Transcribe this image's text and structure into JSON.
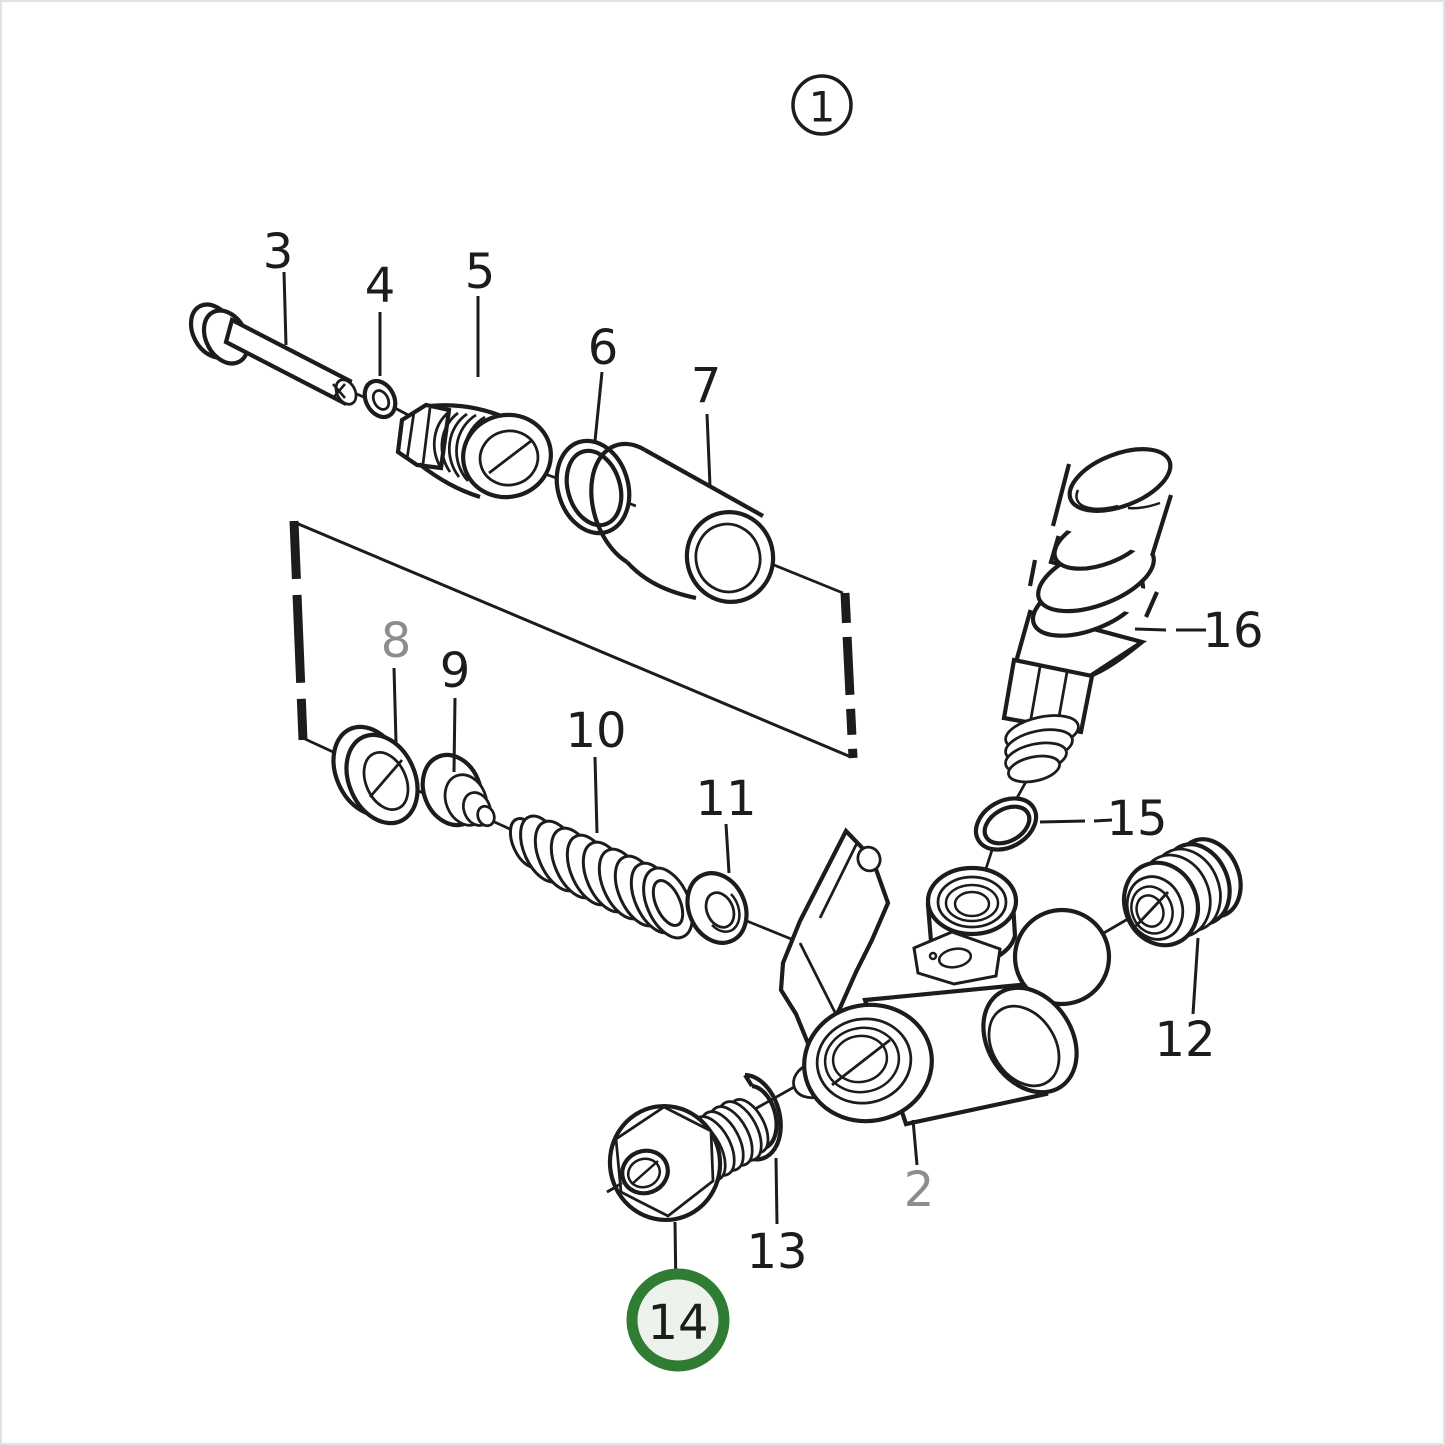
{
  "figure": {
    "background": "#ffffff",
    "line_color": "#1c1c1c",
    "muted_label_color": "#8d8d8d",
    "highlight_ring_color": "#2e7d32",
    "highlight_fill_color": "#edf2ec",
    "border_color": "#e2e2e2"
  },
  "callouts": {
    "c1": {
      "number": "1",
      "style": "circled"
    },
    "c2": {
      "number": "2",
      "style": "muted"
    },
    "c3": {
      "number": "3",
      "style": "normal"
    },
    "c4": {
      "number": "4",
      "style": "normal"
    },
    "c5": {
      "number": "5",
      "style": "normal"
    },
    "c6": {
      "number": "6",
      "style": "normal"
    },
    "c7": {
      "number": "7",
      "style": "normal"
    },
    "c8": {
      "number": "8",
      "style": "muted"
    },
    "c9": {
      "number": "9",
      "style": "normal"
    },
    "c10": {
      "number": "10",
      "style": "normal"
    },
    "c11": {
      "number": "11",
      "style": "normal"
    },
    "c12": {
      "number": "12",
      "style": "normal"
    },
    "c13": {
      "number": "13",
      "style": "normal"
    },
    "c14": {
      "number": "14",
      "style": "highlighted"
    },
    "c15": {
      "number": "15",
      "style": "normal"
    },
    "c16": {
      "number": "16",
      "style": "normal"
    }
  }
}
